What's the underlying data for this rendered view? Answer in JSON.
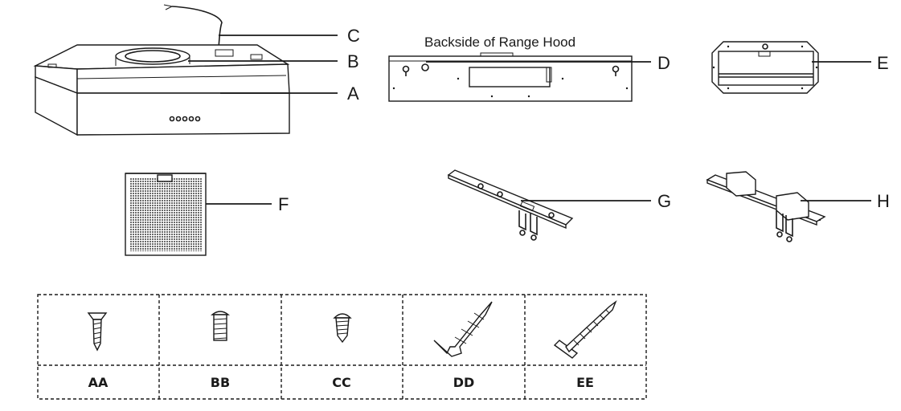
{
  "parts": {
    "A": "A",
    "B": "B",
    "C": "C",
    "D": "D",
    "E": "E",
    "F": "F",
    "G": "G",
    "H": "H"
  },
  "backside_caption": "Backside of Range Hood",
  "hardware": {
    "items": [
      "AA",
      "BB",
      "CC",
      "DD",
      "EE"
    ]
  }
}
